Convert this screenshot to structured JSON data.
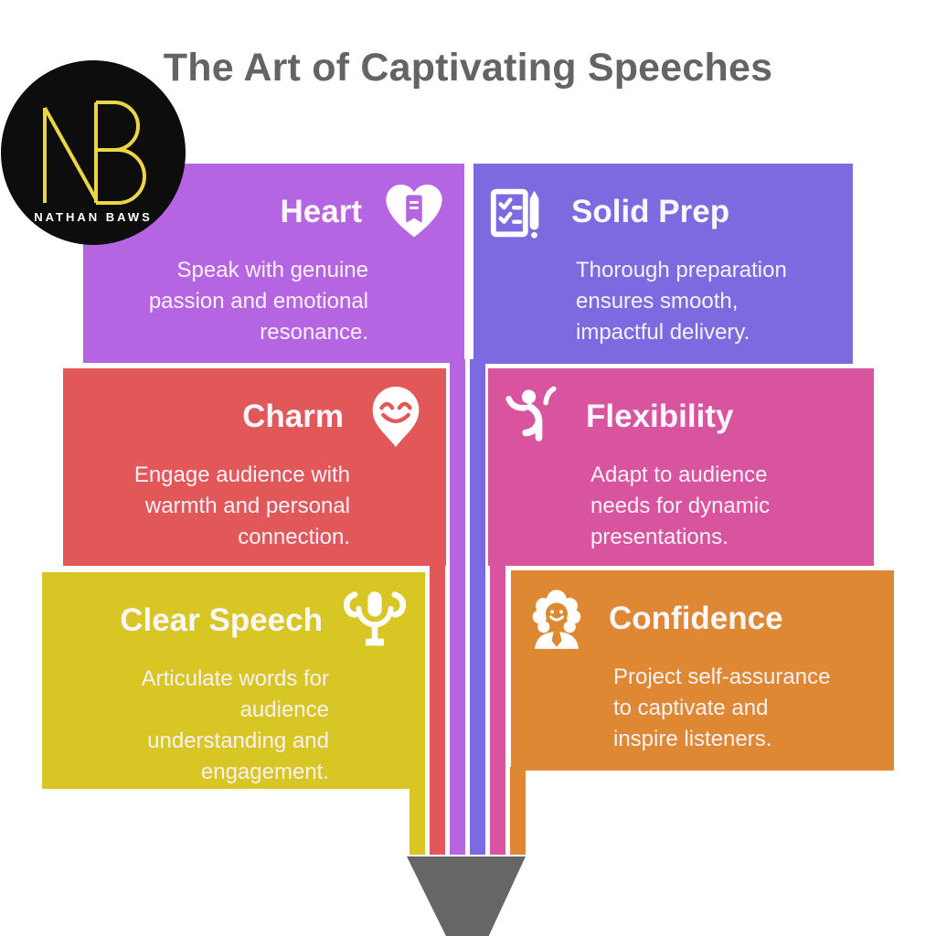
{
  "title": "The Art of Captivating Speeches",
  "logo": {
    "monogram": "NB",
    "name": "NATHAN BAWS",
    "bg_color": "#0d0d0d",
    "monogram_color": "#ecd645",
    "name_color": "#ffffff"
  },
  "colors": {
    "background": "#ffffff",
    "title_text": "#646464",
    "card_text": "#f8f1fa",
    "pencil_tip": "#666666"
  },
  "cards": [
    {
      "title": "Heart",
      "body": "Speak with genuine\npassion and emotional\nresonance.",
      "color": "#b565e2",
      "icon": "heart-ribbon-icon"
    },
    {
      "title": "Solid Prep",
      "body": "Thorough preparation\nensures smooth,\nimpactful delivery.",
      "color": "#7c6ae0",
      "icon": "checklist-pen-icon"
    },
    {
      "title": "Charm",
      "body": "Engage audience with\nwarmth and personal\nconnection.",
      "color": "#e25757",
      "icon": "smiley-pin-icon"
    },
    {
      "title": "Flexibility",
      "body": "Adapt to audience\nneeds for dynamic\npresentations.",
      "color": "#d9549e",
      "icon": "flexible-person-icon"
    },
    {
      "title": "Clear Speech",
      "body": "Articulate words for\naudience\nunderstanding and\nengagement.",
      "color": "#d7c623",
      "icon": "microphone-podium-icon"
    },
    {
      "title": "Confidence",
      "body": "Project self-assurance\nto captivate and\ninspire listeners.",
      "color": "#de8833",
      "icon": "confident-person-icon"
    }
  ],
  "pencil": {
    "stripe_colors": [
      "#d7c623",
      "#e25757",
      "#b565e2",
      "#7c6ae0",
      "#d9549e",
      "#de8833"
    ],
    "tip_color": "#666666"
  }
}
